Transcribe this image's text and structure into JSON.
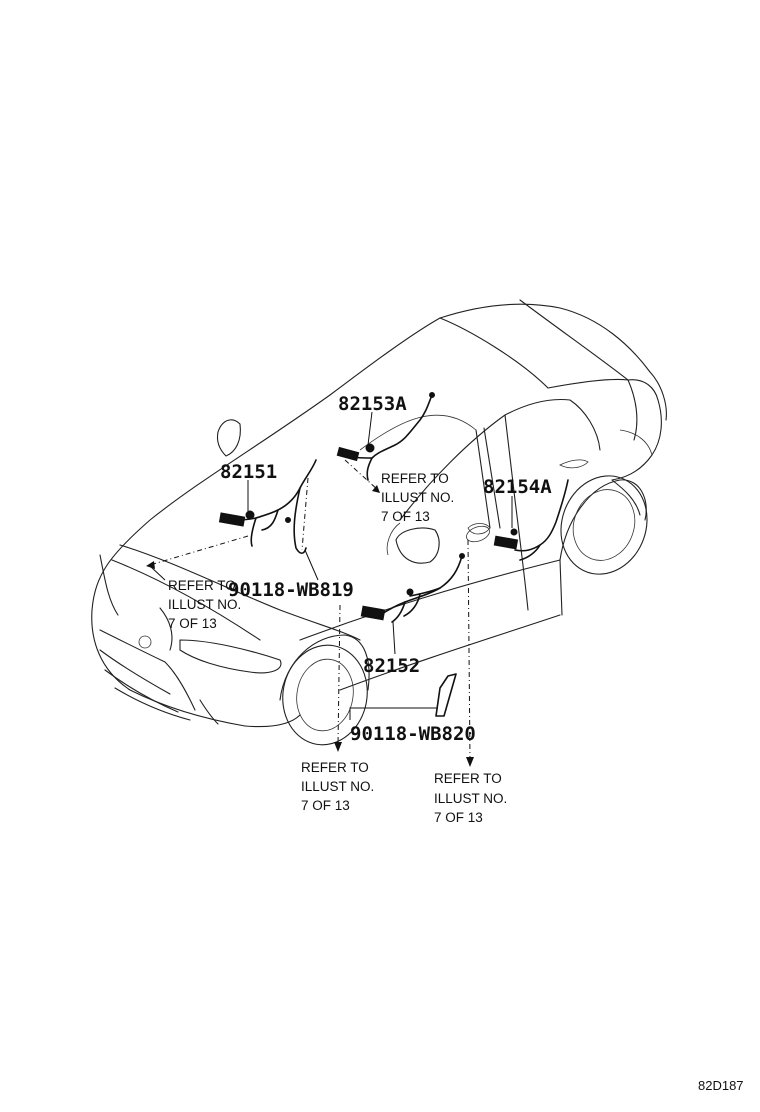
{
  "callouts": {
    "part_82153A": "82153A",
    "part_82151": "82151",
    "part_82154A": "82154A",
    "part_82152": "82152",
    "part_90118_WB819": "90118-WB819",
    "part_90118_WB820": "90118-WB820"
  },
  "references": {
    "ref_roof": [
      "REFER TO",
      "ILLUST NO.",
      "7 OF 13"
    ],
    "ref_front": [
      "REFER TO",
      "ILLUST NO.",
      "7 OF 13"
    ],
    "ref_bottom_left": [
      "REFER TO",
      "ILLUST NO.",
      "7 OF 13"
    ],
    "ref_bottom_right": [
      "REFER TO",
      "ILLUST NO.",
      "7 OF 13"
    ]
  },
  "diagram_code": "82D187"
}
